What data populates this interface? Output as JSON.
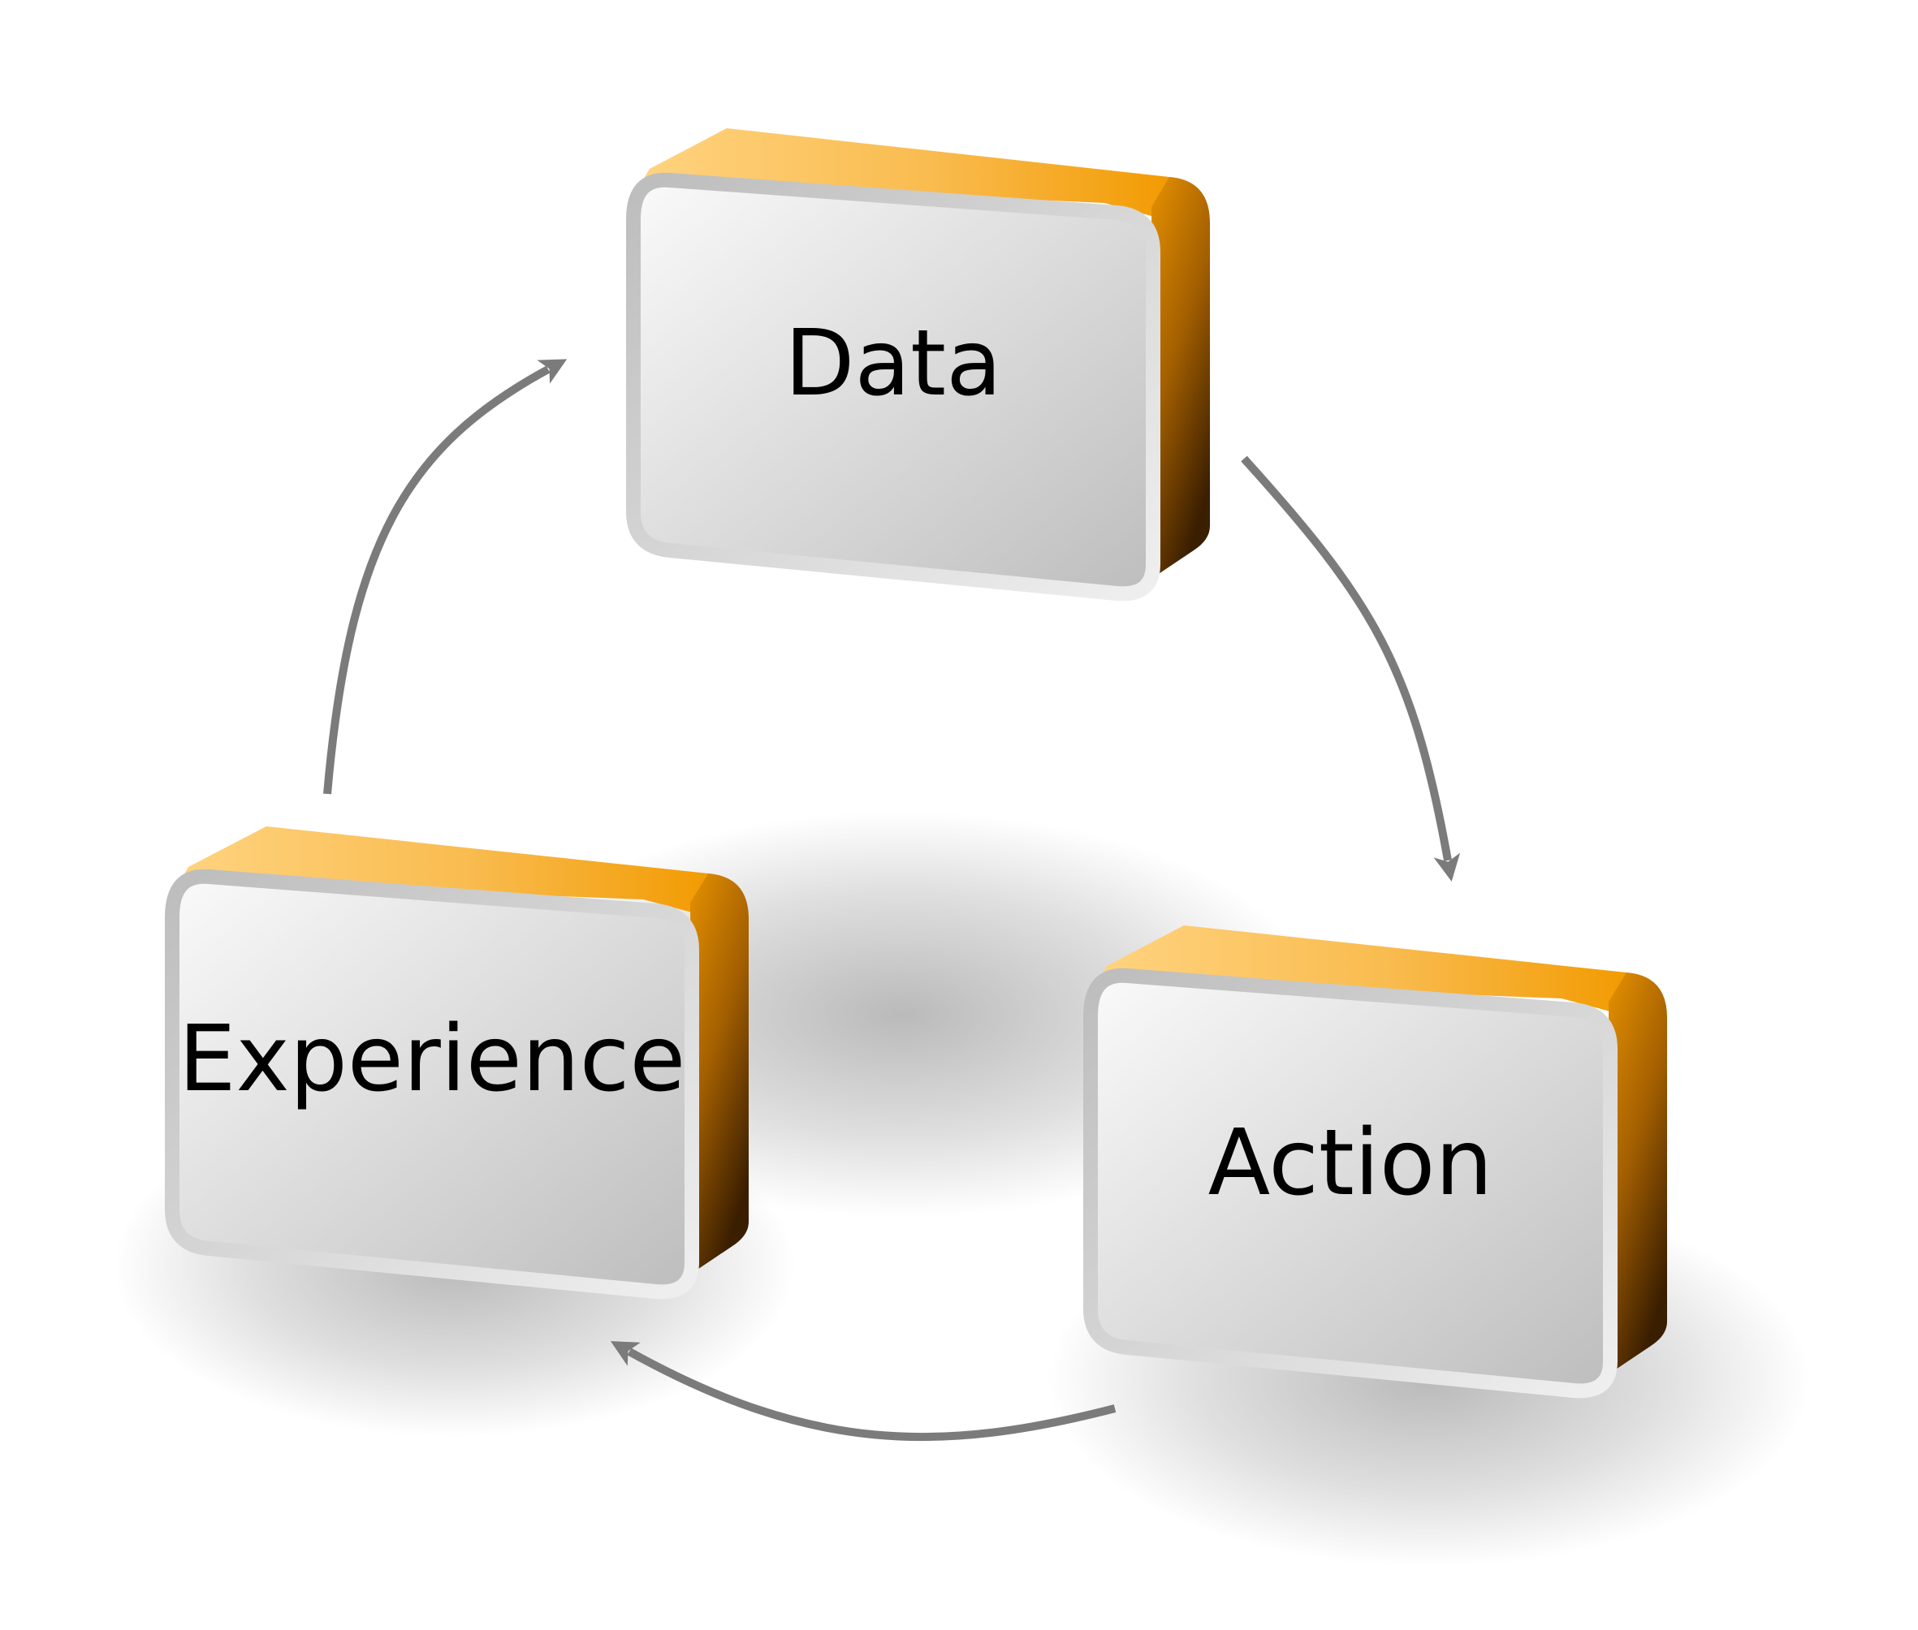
{
  "nodes": {
    "data": {
      "label": "Data"
    },
    "action": {
      "label": "Action"
    },
    "experience": {
      "label": "Experience"
    }
  },
  "colors": {
    "accent_light": "#FFD37F",
    "accent": "#F29A00",
    "accent_dark": "#3A1E00",
    "face_light": "#FAFAFA",
    "face_dark": "#BDBDBD",
    "border": "#C2C2C2",
    "arrow": "#7B7B7B",
    "shadow": "#8C8C8C"
  },
  "edges": [
    {
      "from": "data",
      "to": "action"
    },
    {
      "from": "action",
      "to": "experience"
    },
    {
      "from": "experience",
      "to": "data"
    }
  ]
}
